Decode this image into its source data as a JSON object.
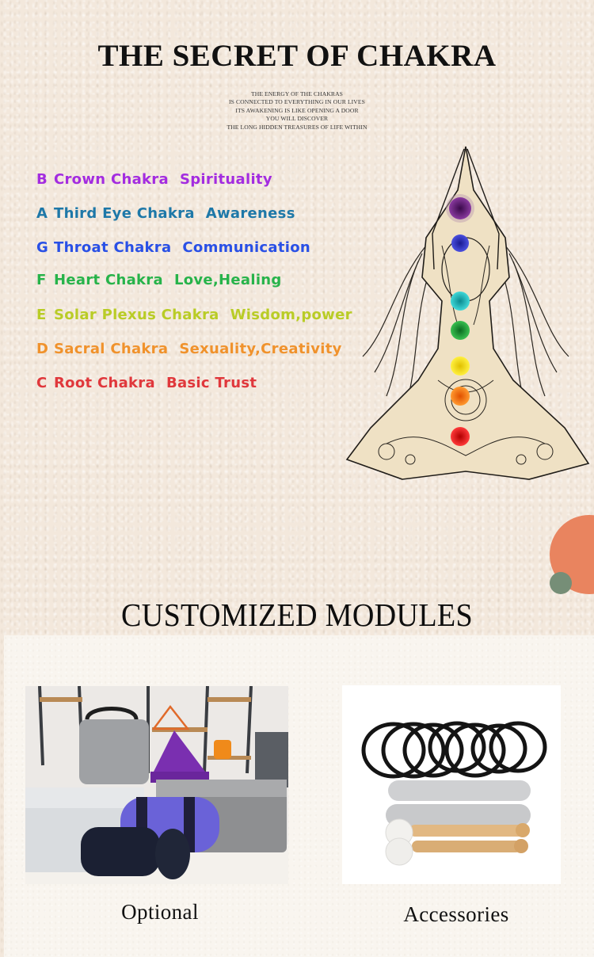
{
  "header": {
    "title": "THE SECRET OF CHAKRA",
    "subtitle_lines": [
      "THE ENERGY OF THE CHAKRAS",
      "IS CONNECTED TO EVERYTHING IN OUR LIVES",
      "ITS AWAKENING IS LIKE OPENING A DOOR",
      "YOU WILL DISCOVER",
      "THE LONG HIDDEN TREASURES OF LIFE WITHIN"
    ]
  },
  "chakras": [
    {
      "letter": "B",
      "name": "Crown Chakra",
      "meaning": "Spirituality",
      "color": "#a32ce0",
      "orb_color": "#6a1f7a"
    },
    {
      "letter": "A",
      "name": "Third Eye Chakra",
      "meaning": "Awareness",
      "color": "#1e78a8",
      "orb_color": "#2a2fb8"
    },
    {
      "letter": "G",
      "name": "Throat Chakra",
      "meaning": "Communication",
      "color": "#2950e6",
      "orb_color": "#22b8b8"
    },
    {
      "letter": "F",
      "name": "Heart Chakra",
      "meaning": "Love,Healing",
      "color": "#27b34a",
      "orb_color": "#1f9a3a"
    },
    {
      "letter": "E",
      "name": "Solar Plexus Chakra",
      "meaning": "Wisdom,power",
      "color": "#b9cc26",
      "orb_color": "#f2e01a"
    },
    {
      "letter": "D",
      "name": "Sacral Chakra",
      "meaning": "Sexuality,Creativity",
      "color": "#f0922c",
      "orb_color": "#f07414"
    },
    {
      "letter": "C",
      "name": "Root Chakra",
      "meaning": "Basic Trust",
      "color": "#e0383c",
      "orb_color": "#e02020"
    }
  ],
  "illustration": {
    "description": "meditating-woman-with-chakra-points"
  },
  "decor": {
    "orange_circle_color": "#e9845f",
    "green_circle_color": "#768e77"
  },
  "modules": {
    "title": "CUSTOMIZED MODULES",
    "items": [
      {
        "label": "Optional",
        "image": "carry-bags-photo"
      },
      {
        "label": "Accessories",
        "image": "mallets-rings-suede-photo"
      }
    ]
  }
}
